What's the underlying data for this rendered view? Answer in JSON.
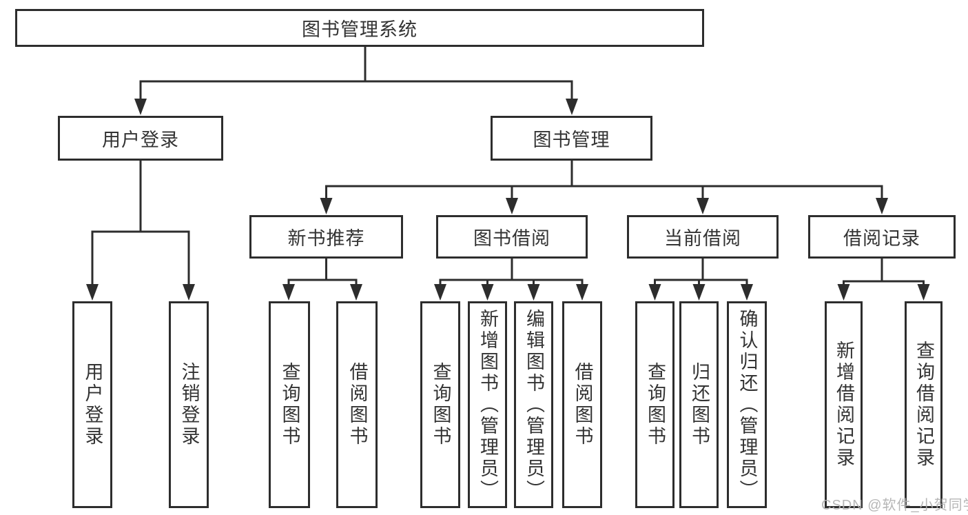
{
  "tree": {
    "root": {
      "label": "图书管理系统"
    },
    "branches": [
      {
        "label": "用户登录",
        "children": [
          "用户登录",
          "注销登录"
        ]
      },
      {
        "label": "图书管理",
        "groups": [
          {
            "label": "新书推荐",
            "children": [
              "查询图书",
              "借阅图书"
            ]
          },
          {
            "label": "图书借阅",
            "children": [
              "查询图书",
              "新增图书（管理员）",
              "编辑图书（管理员）",
              "借阅图书"
            ]
          },
          {
            "label": "当前借阅",
            "children": [
              "查询图书",
              "归还图书",
              "确认归还（管理员）"
            ]
          },
          {
            "label": "借阅记录",
            "children": [
              "新增借阅记录",
              "查询借阅记录"
            ]
          }
        ]
      }
    ]
  },
  "watermark": {
    "text": "CSDN @软件_小贺同学"
  },
  "colors": {
    "line": "#2d2d2d",
    "text": "#333333",
    "watermark": "#b0b0b0",
    "background": "#ffffff"
  }
}
